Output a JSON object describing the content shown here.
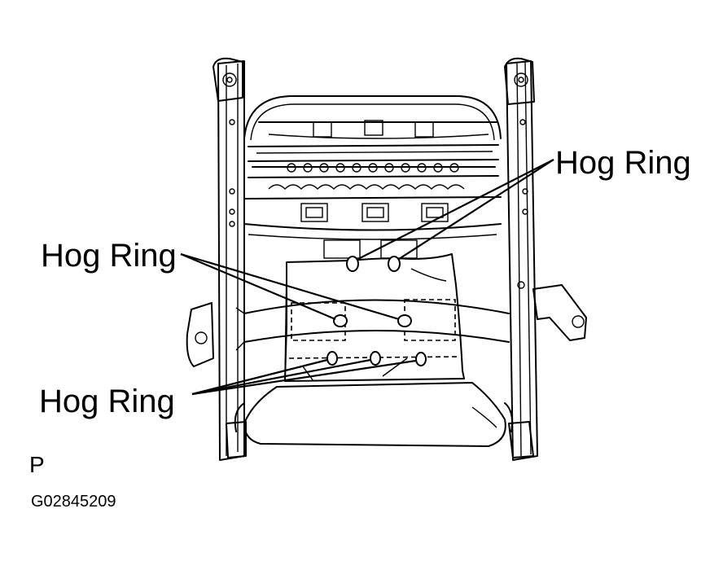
{
  "labels": {
    "hog_ring_right": "Hog Ring",
    "hog_ring_left_upper": "Hog Ring",
    "hog_ring_left_lower": "Hog Ring",
    "view_letter": "P",
    "figure_code": "G02845209"
  }
}
